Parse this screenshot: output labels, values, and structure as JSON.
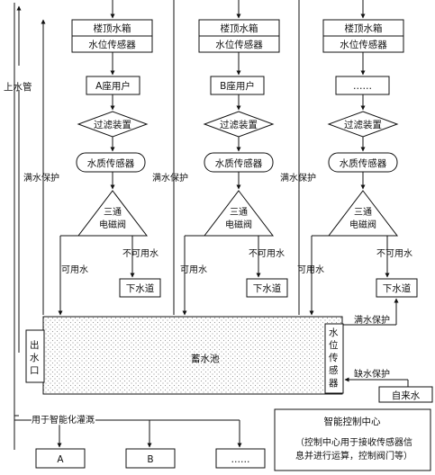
{
  "labels": {
    "riser": "上水管",
    "tank": "楼顶水箱",
    "level_sensor": "水位传感器",
    "filter": "过滤装置",
    "quality_sensor": "水质传感器",
    "valve_line1": "三通",
    "valve_line2": "电磁阀",
    "unusable": "不可用水",
    "usable": "可用水",
    "sewer": "下水道",
    "overflow": "满水保护",
    "reservoir": "蓄水池",
    "outlet_line1": "出",
    "outlet_line2": "水",
    "outlet_line3": "口",
    "pool_level_sensor_chars": [
      "水",
      "位",
      "传",
      "感",
      "器"
    ],
    "shortage": "缺水保护",
    "tap_water": "自来水",
    "irrigation": "用于智能化灌溉",
    "control_title": "智能控制中心",
    "control_desc_line1": "（控制中心用于接收传感器信",
    "control_desc_line2": "息并进行运算，控制阀门等）"
  },
  "buildings": [
    {
      "user": "A座用户"
    },
    {
      "user": "B座用户"
    },
    {
      "user": "……"
    }
  ],
  "outputs": [
    "A",
    "B",
    "……"
  ],
  "colors": {
    "line": "#111111",
    "reservoir_hatch": "#9a9a9a"
  }
}
